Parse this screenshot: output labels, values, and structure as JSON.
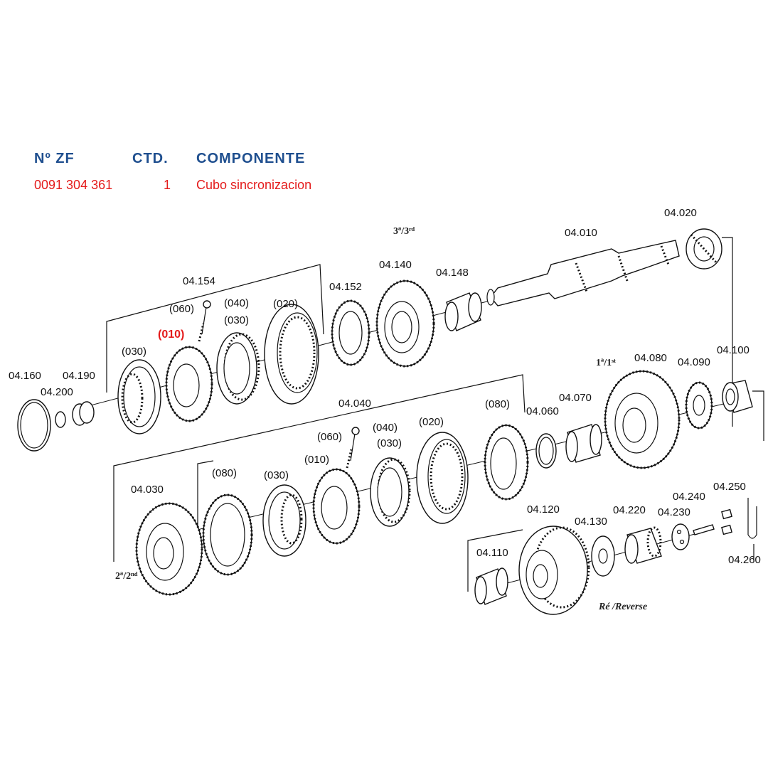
{
  "header": {
    "col_part_no": "Nº ZF",
    "col_qty": "CTD.",
    "col_component": "COMPONENTE"
  },
  "selected": {
    "part_no": "0091 304 361",
    "qty": "1",
    "component": "Cubo sincronizacion"
  },
  "colors": {
    "header": "#1f4f8f",
    "highlight": "#e41b1b"
  },
  "gear_labels": {
    "third": "3ª/3ʳᵈ",
    "first": "1ª/1ˢᵗ",
    "second": "2ª/2ⁿᵈ",
    "reverse": "Ré /Reverse"
  },
  "callouts": {
    "c04020": "04.020",
    "c04010": "04.010",
    "c04148": "04.148",
    "c04140": "04.140",
    "c04152": "04.152",
    "c04154": "04.154",
    "c040_top": "(040)",
    "c060_top": "(060)",
    "c030_top_a": "(030)",
    "c020_top": "(020)",
    "c010_top": "(010)",
    "c030_top_b": "(030)",
    "c04160": "04.160",
    "c04190": "04.190",
    "c04200": "04.200",
    "c04040": "04.040",
    "c04080": "04.080",
    "c04090": "04.090",
    "c04100": "04.100",
    "c04070": "04.070",
    "c04060": "04.060",
    "c080_mid": "(080)",
    "c020_mid": "(020)",
    "c040_mid": "(040)",
    "c060_mid": "(060)",
    "c030_mid": "(030)",
    "c010_mid": "(010)",
    "c030_low": "(030)",
    "c080_low": "(080)",
    "c04030": "04.030",
    "c04120": "04.120",
    "c04130": "04.130",
    "c04220": "04.220",
    "c04230": "04.230",
    "c04240": "04.240",
    "c04250": "04.250",
    "c04260": "04.260",
    "c04110": "04.110"
  }
}
